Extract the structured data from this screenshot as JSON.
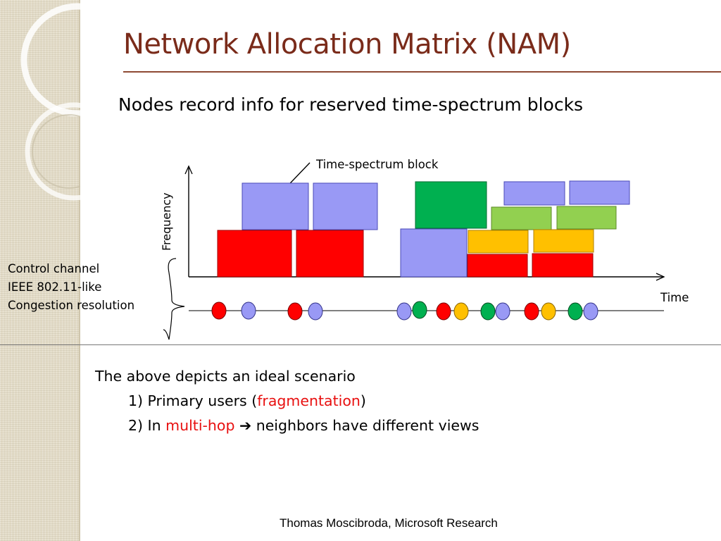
{
  "slide": {
    "title": "Network Allocation Matrix (NAM)",
    "subtitle": "Nodes record info for reserved time-spectrum blocks",
    "footer": "Thomas Moscibroda, Microsoft Research"
  },
  "diagram": {
    "axis_y_label": "Frequency",
    "axis_x_label": "Time",
    "callout_label": "Time-spectrum block",
    "colors": {
      "lavender": "#9999f5",
      "red": "#ff0000",
      "green": "#00b050",
      "light_green": "#92d050",
      "yellow": "#ffc000"
    },
    "blocks_group_1": [
      "lavender",
      "lavender",
      "red",
      "red"
    ],
    "blocks_group_2": [
      "green",
      "lavender",
      "lavender",
      "light_green",
      "light_green",
      "lavender",
      "yellow",
      "yellow",
      "red",
      "red"
    ],
    "control_channel_nodes": [
      "red",
      "lavender",
      "red",
      "lavender",
      "lavender",
      "green",
      "red",
      "yellow",
      "green",
      "lavender",
      "red",
      "yellow",
      "green",
      "lavender"
    ]
  },
  "control_channel": {
    "lines": [
      "Control channel",
      "IEEE 802.11-like",
      "Congestion resolution"
    ]
  },
  "notes": {
    "line1": "The above depicts an ideal scenario",
    "line2_prefix": "1) Primary users (",
    "line2_highlight": "fragmentation",
    "line2_suffix": ")",
    "line3_prefix": "2) In ",
    "line3_highlight": "multi-hop",
    "line3_arrow": "➔",
    "line3_suffix": " neighbors have different views"
  }
}
